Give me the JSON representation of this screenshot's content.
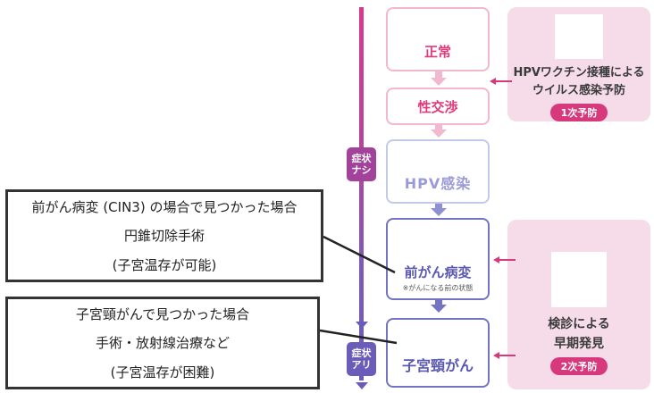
{
  "timeline": {
    "symptom_none": [
      "症状",
      "ナシ"
    ],
    "symptom_present": [
      "症状",
      "アリ"
    ],
    "colors": {
      "top": "#d83a8a",
      "bottom": "#6a5cb8",
      "none_badge": "#a2429a",
      "present_badge": "#6a5cb8"
    }
  },
  "stages": [
    {
      "label": "正常",
      "sub": ""
    },
    {
      "label": "性交渉",
      "sub": ""
    },
    {
      "label": "HPV感染",
      "sub": ""
    },
    {
      "label": "前がん病変",
      "sub": "※がんになる前の状態"
    },
    {
      "label": "子宮頸がん",
      "sub": ""
    }
  ],
  "prevention": [
    {
      "lines": [
        "HPVワクチン接種による",
        "ウイルス感染予防"
      ],
      "badge": "1次予防"
    },
    {
      "lines": [
        "検診による",
        "早期発見"
      ],
      "badge": "2次予防"
    }
  ],
  "callouts": [
    {
      "lines": [
        "前がん病変 (CIN3) の場合で見つかった場合",
        "円錐切除手術",
        "(子宮温存が可能)"
      ]
    },
    {
      "lines": [
        "子宮頸がんで見つかった場合",
        "手術・放射線治療など",
        "(子宮温存が困難)"
      ]
    }
  ],
  "colors": {
    "accent_pink": "#d63a7c",
    "panel_bg": "#f6dbe8",
    "stage_blue": "#5a58b0"
  }
}
